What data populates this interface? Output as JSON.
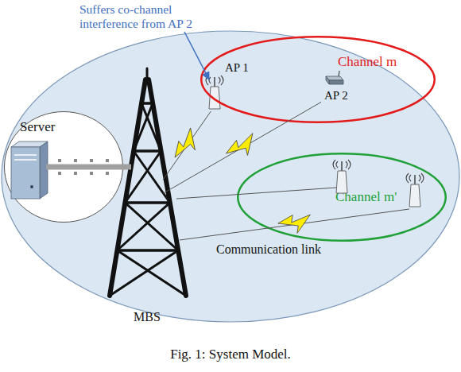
{
  "diagram": {
    "caption": "Fig. 1: System Model.",
    "nodes": [
      {
        "text": [
          "Server"
        ]
      },
      {
        "text": [
          "MBS"
        ]
      },
      {
        "text": [
          "Channel m"
        ]
      },
      {
        "text": [
          "AP 1"
        ],
        "in": 2
      },
      {
        "text": [
          "AP 2"
        ],
        "in": 2
      },
      {
        "text": [
          "Channel m'"
        ]
      }
    ],
    "edges": [
      {
        "from": 0,
        "to": 1,
        "arrow": "none"
      },
      {
        "from": 1,
        "to": 3,
        "arrow": "none"
      },
      {
        "from": 1,
        "to": 4,
        "arrow": "none"
      }
    ],
    "labels": [
      "Suffers co-channel interference from AP 2",
      "Communication link"
    ]
  }
}
